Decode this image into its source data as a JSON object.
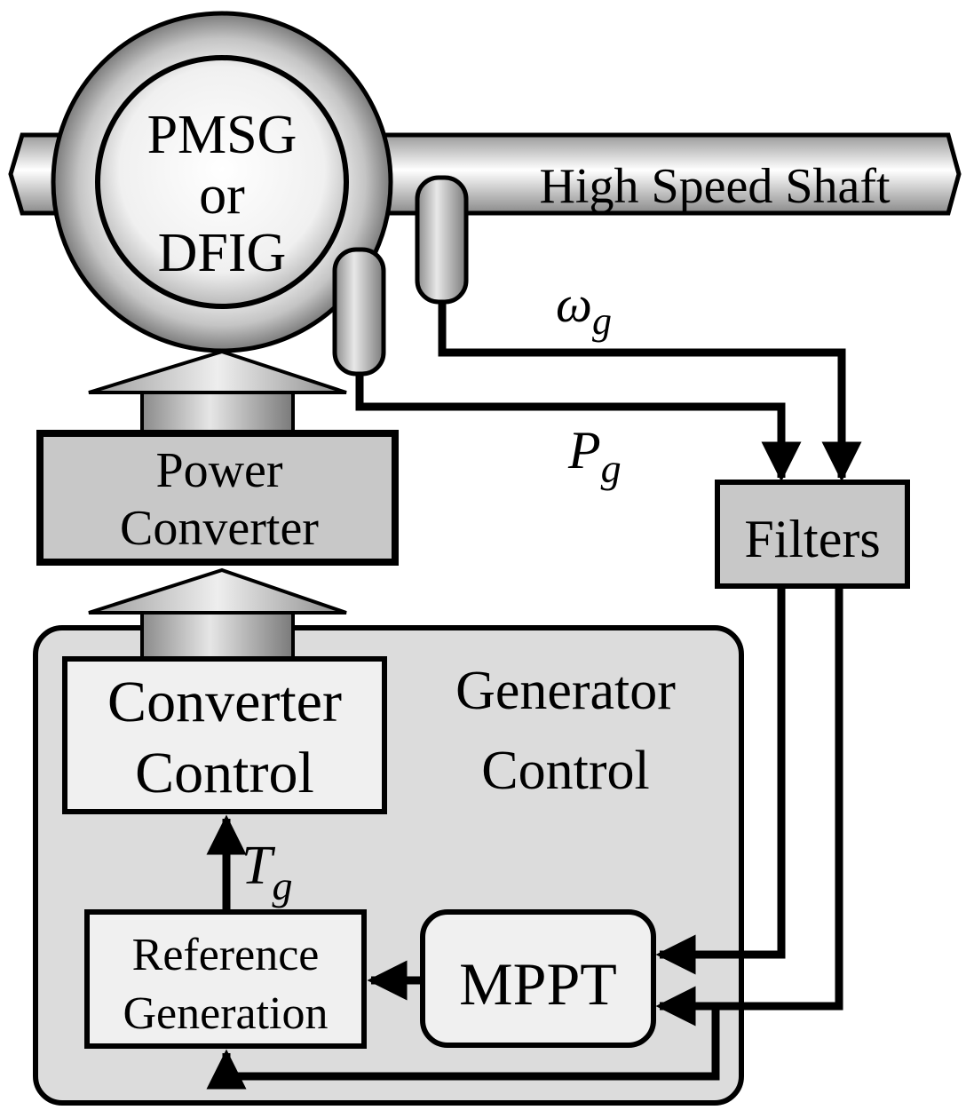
{
  "generator": {
    "line1": "PMSG",
    "line2": "or",
    "line3": "DFIG"
  },
  "shaft": {
    "label": "High Speed Shaft"
  },
  "power_converter": {
    "line1": "Power",
    "line2": "Converter"
  },
  "filters": {
    "label": "Filters"
  },
  "generator_control": {
    "line1": "Generator",
    "line2": "Control"
  },
  "converter_control": {
    "line1": "Converter",
    "line2": "Control"
  },
  "reference_generation": {
    "line1": "Reference",
    "line2": "Generation"
  },
  "mppt": {
    "label": "MPPT"
  },
  "signals": {
    "omega": {
      "symbol": "ω",
      "sub": "g"
    },
    "power": {
      "symbol": "P",
      "sub": "g"
    },
    "torque": {
      "symbol": "T",
      "sub": "g"
    }
  },
  "colors": {
    "block_fill": "#c8c8c8",
    "control_region": "#dcdcdc",
    "light_box": "#f0f0f0",
    "stroke": "#000000"
  }
}
